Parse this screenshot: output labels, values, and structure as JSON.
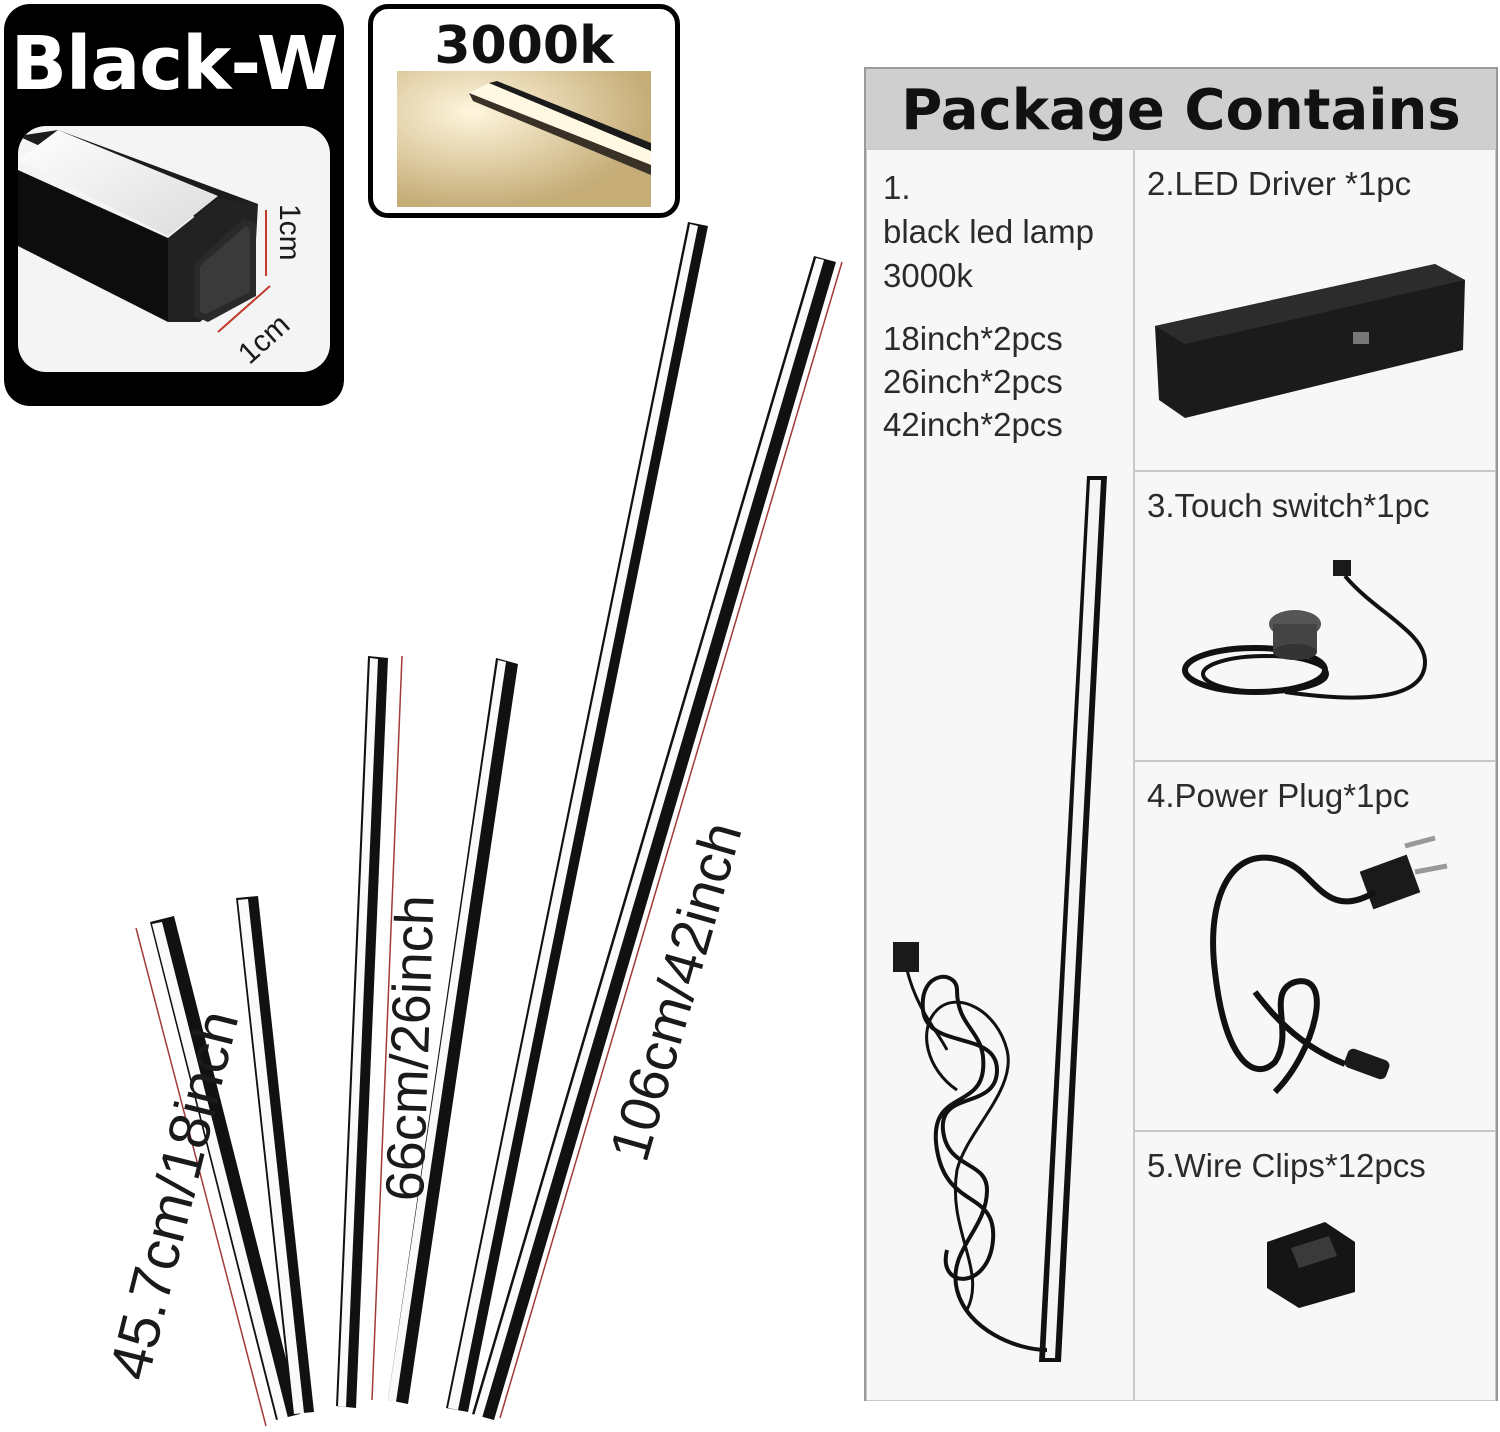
{
  "badge": {
    "title": "Black-W",
    "dim_height": "1cm",
    "dim_width": "1cm"
  },
  "swatch": {
    "label": "3000k"
  },
  "strips": {
    "short": "45.7cm/18inch",
    "medium": "66cm/26inch",
    "long": "106cm/42inch"
  },
  "package": {
    "title": "Package Contains",
    "item1": {
      "number": "1.",
      "name_line1": "black led lamp",
      "name_line2": "3000k",
      "qty": [
        "18inch*2pcs",
        "26inch*2pcs",
        "42inch*2pcs"
      ]
    },
    "item2": "2.LED Driver *1pc",
    "item3": "3.Touch switch*1pc",
    "item4": "4.Power Plug*1pc",
    "item5": "5.Wire Clips*12pcs"
  }
}
